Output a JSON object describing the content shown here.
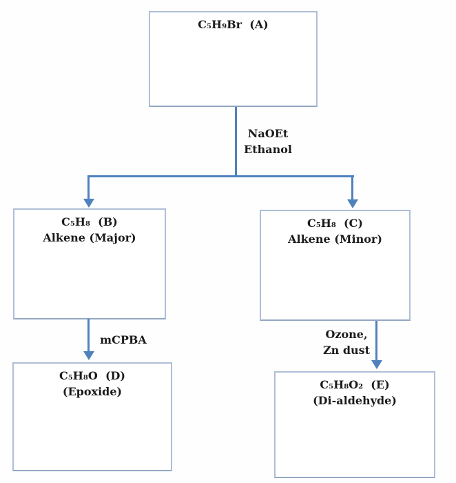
{
  "colors": {
    "connector": "#4f81bd",
    "box_border": "#aebfd6",
    "box_border_dark": "#93a7c4",
    "text": "#1b1b1b",
    "background": "#fefefe"
  },
  "nodes": [
    {
      "id": "A",
      "formula": "C₅H₉Br  (A)",
      "subtitle": ""
    },
    {
      "id": "B",
      "formula": "C₅H₈  (B)",
      "subtitle": "Alkene (Major)"
    },
    {
      "id": "C",
      "formula": "C₅H₈  (C)",
      "subtitle": "Alkene (Minor)"
    },
    {
      "id": "D",
      "formula": "C₅H₈O  (D)",
      "subtitle": "(Epoxide)"
    },
    {
      "id": "E",
      "formula": "C₅H₈O₂  (E)",
      "subtitle": "(Di-aldehyde)"
    }
  ],
  "edges": [
    {
      "from": "A",
      "to": "B and C",
      "lines": [
        "NaOEt",
        "Ethanol"
      ]
    },
    {
      "from": "B",
      "to": "D",
      "lines": [
        "mCPBA"
      ]
    },
    {
      "from": "C",
      "to": "E",
      "lines": [
        "Ozone,",
        "Zn dust"
      ]
    }
  ]
}
